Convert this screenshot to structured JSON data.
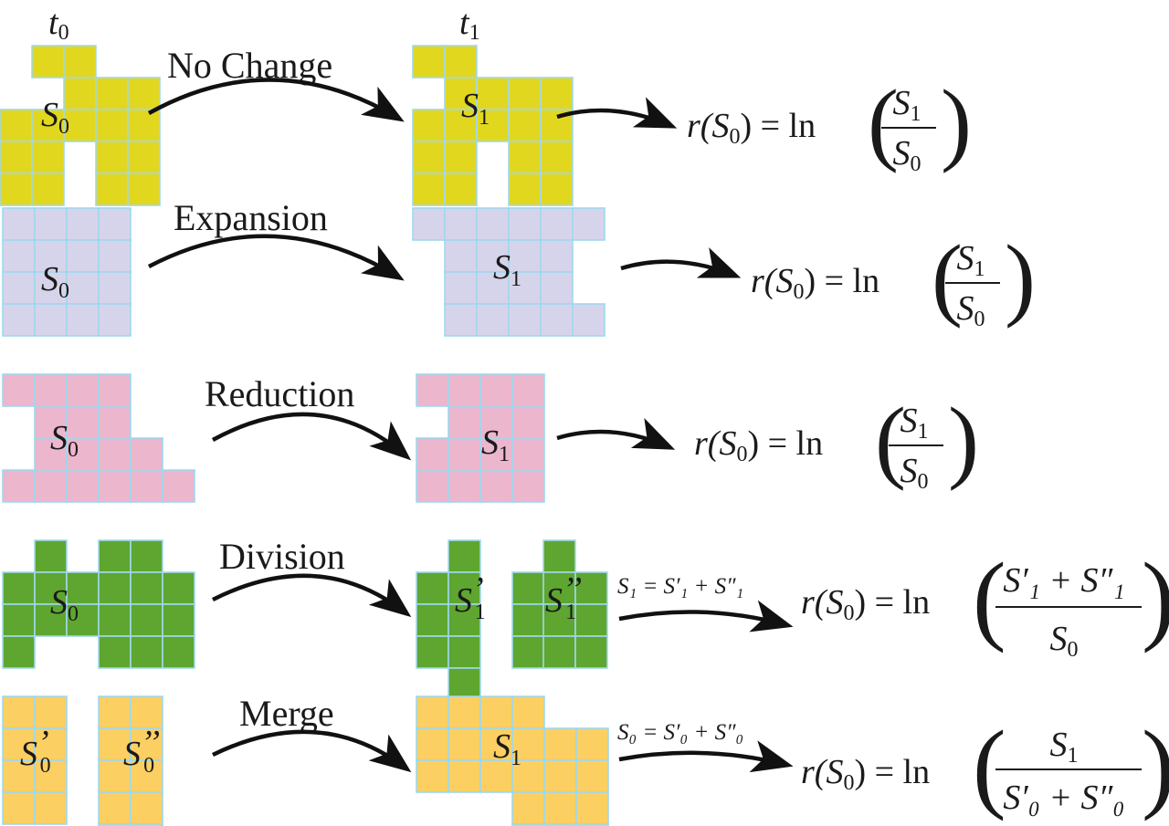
{
  "header": {
    "t0": "t",
    "t0_sub": "0",
    "t1": "t",
    "t1_sub": "1"
  },
  "colors": {
    "no_change": "#e2d71f",
    "expansion": "#d6d4ea",
    "reduction": "#ecb6cc",
    "division": "#5ea62f",
    "merge": "#fbcf62",
    "cell_border": "#9fd8ee",
    "arrow": "#111111"
  },
  "rows": [
    {
      "label": "No Change",
      "left_regions": [
        {
          "name": "S",
          "sub": "0",
          "prime": ""
        }
      ],
      "right_regions": [
        {
          "name": "S",
          "sub": "1",
          "prime": ""
        }
      ],
      "eq": {
        "lhs": "r(S",
        "lhs_sub": "0",
        "lhs_end": ") = ln",
        "num": "S",
        "num_sub": "1",
        "den": "S",
        "den_sub": "0"
      }
    },
    {
      "label": "Expansion",
      "left_regions": [
        {
          "name": "S",
          "sub": "0",
          "prime": ""
        }
      ],
      "right_regions": [
        {
          "name": "S",
          "sub": "1",
          "prime": ""
        }
      ],
      "eq": {
        "lhs": "r(S",
        "lhs_sub": "0",
        "lhs_end": ") = ln",
        "num": "S",
        "num_sub": "1",
        "den": "S",
        "den_sub": "0"
      }
    },
    {
      "label": "Reduction",
      "left_regions": [
        {
          "name": "S",
          "sub": "0",
          "prime": ""
        }
      ],
      "right_regions": [
        {
          "name": "S",
          "sub": "1",
          "prime": ""
        }
      ],
      "eq": {
        "lhs": "r(S",
        "lhs_sub": "0",
        "lhs_end": ") = ln",
        "num": "S",
        "num_sub": "1",
        "den": "S",
        "den_sub": "0"
      }
    },
    {
      "label": "Division",
      "left_regions": [
        {
          "name": "S",
          "sub": "0",
          "prime": ""
        }
      ],
      "right_regions": [
        {
          "name": "S",
          "sub": "1",
          "prime": "’"
        },
        {
          "name": "S",
          "sub": "1",
          "prime": "’’"
        }
      ],
      "note": "S₁ = S′₁ + S″₁",
      "eq": {
        "lhs": "r(S",
        "lhs_sub": "0",
        "lhs_end": ") = ln",
        "num": "S′₁ + S″₁",
        "den": "S",
        "den_sub": "0"
      }
    },
    {
      "label": "Merge",
      "left_regions": [
        {
          "name": "S",
          "sub": "0",
          "prime": "’"
        },
        {
          "name": "S",
          "sub": "0",
          "prime": "’’"
        }
      ],
      "right_regions": [
        {
          "name": "S",
          "sub": "1",
          "prime": ""
        }
      ],
      "note": "S₀ = S′₀ + S″₀",
      "eq": {
        "lhs": "r(S",
        "lhs_sub": "0",
        "lhs_end": ") = ln",
        "num": "S",
        "num_sub": "1",
        "den": "S′₀ + S″₀"
      }
    }
  ]
}
